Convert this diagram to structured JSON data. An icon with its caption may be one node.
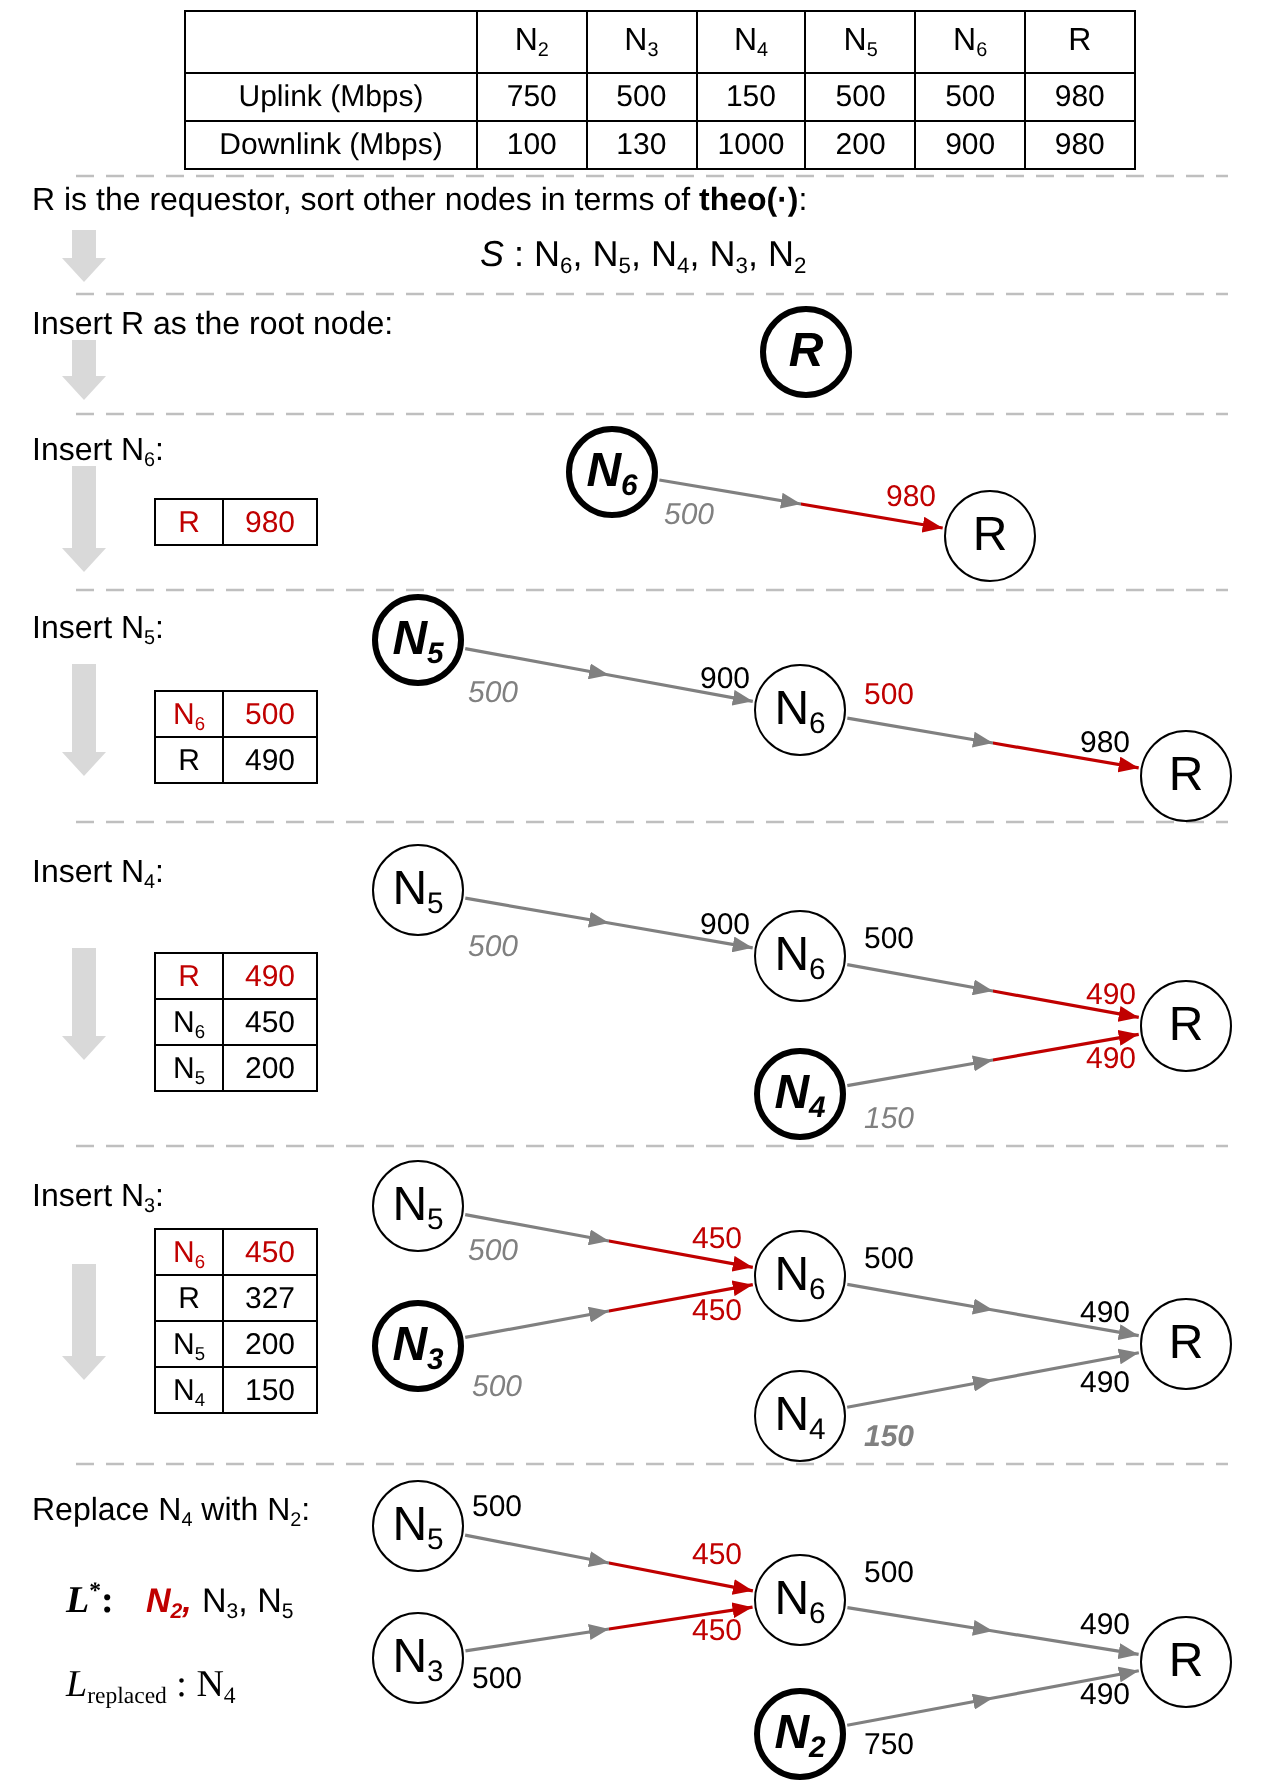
{
  "diagram": {
    "nodes": [
      {
        "text": [
          "R"
        ]
      },
      {
        "text": [
          "N$_{6}$"
        ],
        "beside": [
          "500"
        ]
      },
      {
        "text": [
          "R"
        ]
      },
      {
        "text": [
          "N$_{5}$"
        ],
        "beside": [
          "500"
        ]
      },
      {
        "text": [
          "N$_{6}$"
        ],
        "beside": [
          "500"
        ]
      },
      {
        "text": [
          "R"
        ]
      },
      {
        "text": [
          "N$_{5}$"
        ],
        "beside": [
          "500"
        ]
      },
      {
        "text": [
          "N$_{6}$"
        ],
        "beside": [
          "500"
        ]
      },
      {
        "text": [
          "N$_{4}$"
        ],
        "beside": [
          "150"
        ]
      },
      {
        "text": [
          "R"
        ]
      },
      {
        "text": [
          "N$_{5}$"
        ],
        "beside": [
          "500"
        ]
      },
      {
        "text": [
          "N$_{3}$"
        ],
        "beside": [
          "500"
        ]
      },
      {
        "text": [
          "N$_{6}$"
        ],
        "beside": [
          "500"
        ]
      },
      {
        "text": [
          "N$_{4}$"
        ],
        "beside": [
          "150"
        ]
      },
      {
        "text": [
          "R"
        ]
      },
      {
        "text": [
          "N$_{5}$"
        ],
        "beside": [
          "500"
        ]
      },
      {
        "text": [
          "N$_{3}$"
        ],
        "beside": [
          "500"
        ]
      },
      {
        "text": [
          "N$_{6}$"
        ],
        "beside": [
          "500"
        ]
      },
      {
        "text": [
          "N$_{2}$"
        ],
        "beside": [
          "750"
        ]
      },
      {
        "text": [
          "R"
        ]
      }
    ],
    "edges": [
      {
        "from": 1,
        "to": 2,
        "arrow": "to",
        "label": "980",
        "color": "#c00000"
      },
      {
        "from": 3,
        "to": 4,
        "arrow": "to",
        "label": "900"
      },
      {
        "from": 4,
        "to": 5,
        "arrow": "to",
        "label": "980",
        "color": "#c00000"
      },
      {
        "from": 6,
        "to": 7,
        "arrow": "to",
        "label": "900"
      },
      {
        "from": 7,
        "to": 9,
        "arrow": "to",
        "label": "490",
        "color": "#c00000"
      },
      {
        "from": 8,
        "to": 9,
        "arrow": "to",
        "label": "490",
        "color": "#c00000"
      },
      {
        "from": 10,
        "to": 12,
        "arrow": "to",
        "label": "450",
        "color": "#c00000"
      },
      {
        "from": 11,
        "to": 12,
        "arrow": "to",
        "label": "450",
        "color": "#c00000"
      },
      {
        "from": 12,
        "to": 14,
        "arrow": "to",
        "label": "490"
      },
      {
        "from": 13,
        "to": 14,
        "arrow": "to",
        "label": "490"
      },
      {
        "from": 15,
        "to": 17,
        "arrow": "to",
        "label": "450",
        "color": "#c00000"
      },
      {
        "from": 16,
        "to": 17,
        "arrow": "to",
        "label": "450",
        "color": "#c00000"
      },
      {
        "from": 17,
        "to": 19,
        "arrow": "to",
        "label": "490"
      },
      {
        "from": 18,
        "to": 19,
        "arrow": "to",
        "label": "490"
      }
    ],
    "labels": [
      "N$_{2}$",
      "N$_{3}$",
      "N$_{4}$",
      "N$_{5}$",
      "N$_{6}$",
      "R",
      "Uplink (Mbps)",
      "750",
      "500",
      "150",
      "500",
      "500",
      "980",
      "Downlink (Mbps)",
      "100",
      "130",
      "1000",
      "200",
      "900",
      "980",
      "R is the requestor, sort other nodes in terms of **theo(·)**:",
      "*S* :  N$_{6}$, N$_{5}$, N$_{4}$, N$_{3}$, N$_{2}$",
      "Insert R as the root node:",
      "Insert N$_{6}$:",
      "R",
      "980",
      "Insert N$_{5}$:",
      "N$_{6}$",
      "500",
      "R",
      "490",
      "Insert N$_{4}$:",
      "R",
      "490",
      "N$_{6}$",
      "450",
      "N$_{5}$",
      "200",
      "Insert N$_{3}$:",
      "N$_{6}$",
      "450",
      "R",
      "327",
      "N$_{5}$",
      "200",
      "N$_{4}$",
      "150",
      "Replace N$_{4}$ with N$_{2}$:",
      "*L*$^{*}$:",
      "N$_{2}$,",
      "N$_{3}$, N$_{5}$",
      "*L*$_{replaced}$ : N$_{4}$"
    ]
  }
}
